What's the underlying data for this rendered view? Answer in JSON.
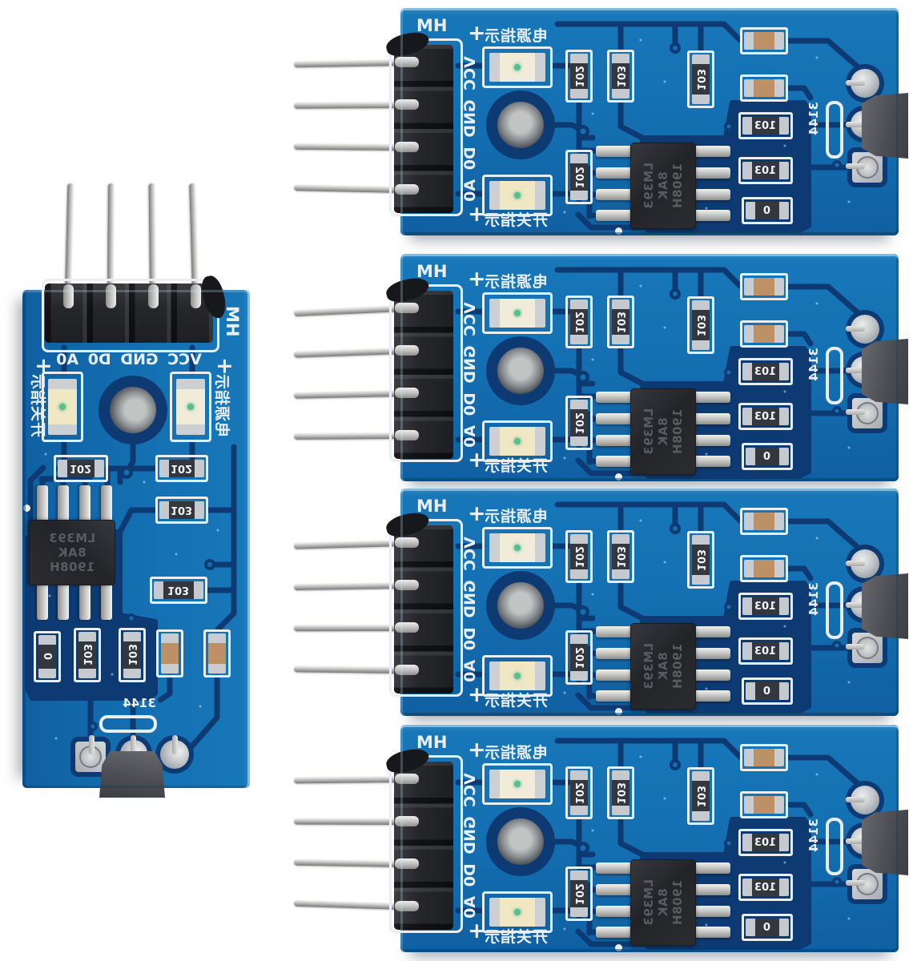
{
  "meta": {
    "description": "Product photo of five blue HM hall-effect sensor PCB modules on a white background; one module vertical at left, four horizontal at right. All silkscreen text appears mirror-flipped in the photo."
  },
  "module": {
    "count": 5,
    "orientations": [
      "vertical",
      "horizontal",
      "horizontal",
      "horizontal",
      "horizontal"
    ],
    "silkscreen": {
      "model_label": "HM",
      "pin_labels_text": "VCC GND D0 A0",
      "plus_sign": "+",
      "power_led_label": "电源指示",
      "switch_led_label": "开关指示",
      "sensor_part_label": "3144"
    },
    "components": {
      "header_pin_count": 4,
      "resistor_102": "102",
      "resistor_103": "103",
      "resistor_0": "0",
      "ic_line1": "LM393",
      "ic_line2": "8AK",
      "ic_line3": "1908H"
    },
    "colors": {
      "board_blue": "#1470b2",
      "board_blue_dark": "#0f60a2",
      "trace_navy": "#0d3a72",
      "silkscreen_white": "#e9eef3",
      "header_plastic": "#26272b",
      "pin_silver": "#c9c9c7",
      "capacitor_tan": "#bd9065",
      "resistor_body": "#34373d",
      "led_dot_green": "#53c08e",
      "ic_body": "#232428",
      "hall_sensor_gray": "#4b4d51",
      "background": "#ffffff"
    }
  }
}
